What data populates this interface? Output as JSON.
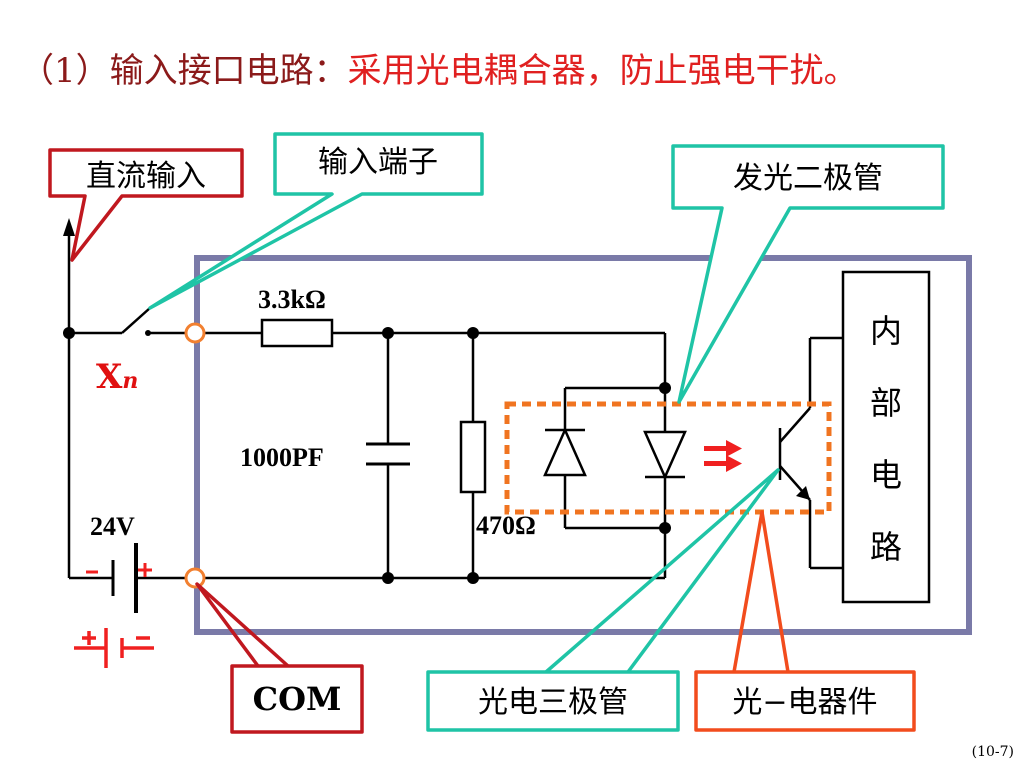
{
  "title": {
    "prefix": "（1）输入接口电路：",
    "emphasis": "采用光电耦合器，防止强电干扰。"
  },
  "callouts": {
    "dc_input": "直流输入",
    "input_terminal": "输入端子",
    "led": "发光二极管",
    "phototransistor": "光电三极管",
    "opto_device": "光−电器件",
    "com": "COM"
  },
  "components": {
    "resistor_series": "3.3kΩ",
    "capacitor": "1000PF",
    "resistor_shunt": "470Ω",
    "voltage": "24V",
    "terminal_x": "X",
    "terminal_sub": "n",
    "internal_circuit": [
      "内",
      "部",
      "电",
      "路"
    ]
  },
  "page_number": "(10-7)",
  "colors": {
    "title_dark": "#8b1a1a",
    "title_red": "#e02020",
    "callout_red": "#c0181f",
    "callout_teal": "#1fc4a6",
    "callout_orange": "#f24c1d",
    "frame": "#7a7aa8",
    "terminal": "#f28030",
    "opto_box": "#f07420"
  }
}
